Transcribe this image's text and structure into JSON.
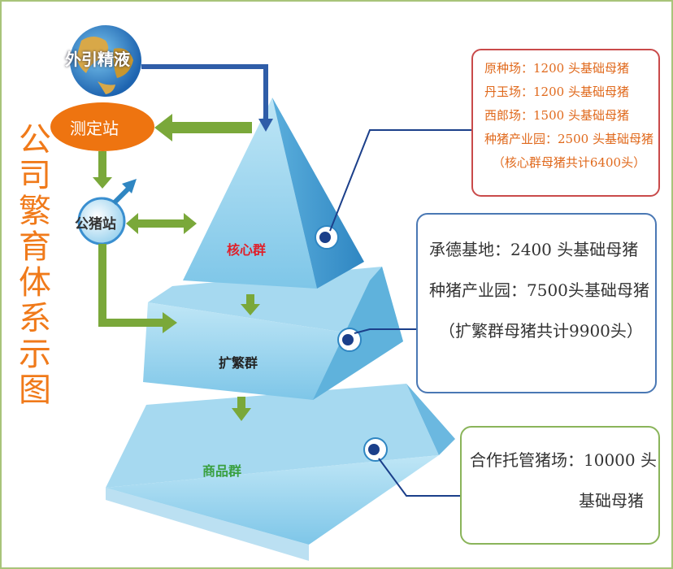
{
  "title_chars": [
    "公",
    "司",
    "繁",
    "育",
    "体",
    "系",
    "示",
    "图"
  ],
  "nodes": {
    "globe": "外引精液",
    "station": "测定站",
    "boar": "公猪站"
  },
  "levels": {
    "core": "核心群",
    "expand": "扩繁群",
    "commercial": "商品群"
  },
  "core_box": {
    "lines": [
      "原种场：1200 头基础母猪",
      "丹玉场：1200 头基础母猪",
      "西郎场：1500 头基础母猪",
      "种猪产业园：2500 头基础母猪"
    ],
    "summary": "（核心群母猪共计6400头）"
  },
  "expand_box": {
    "lines": [
      "承德基地：2400 头基础母猪",
      "种猪产业园：7500头基础母猪"
    ],
    "summary": "（扩繁群母猪共计9900头）"
  },
  "commercial_box": {
    "line1": "合作托管猪场：10000 头",
    "line2": "基础母猪"
  },
  "colors": {
    "title": "#f07a1a",
    "pyramid": "#8fd0ec",
    "pyramid_dark": "#5fb2dc",
    "arrow_green": "#7aa83a",
    "arrow_blue": "#2f5da8",
    "core_border": "#c94a4a",
    "expand_border": "#4a78b4",
    "commercial_border": "#8ab45a"
  }
}
